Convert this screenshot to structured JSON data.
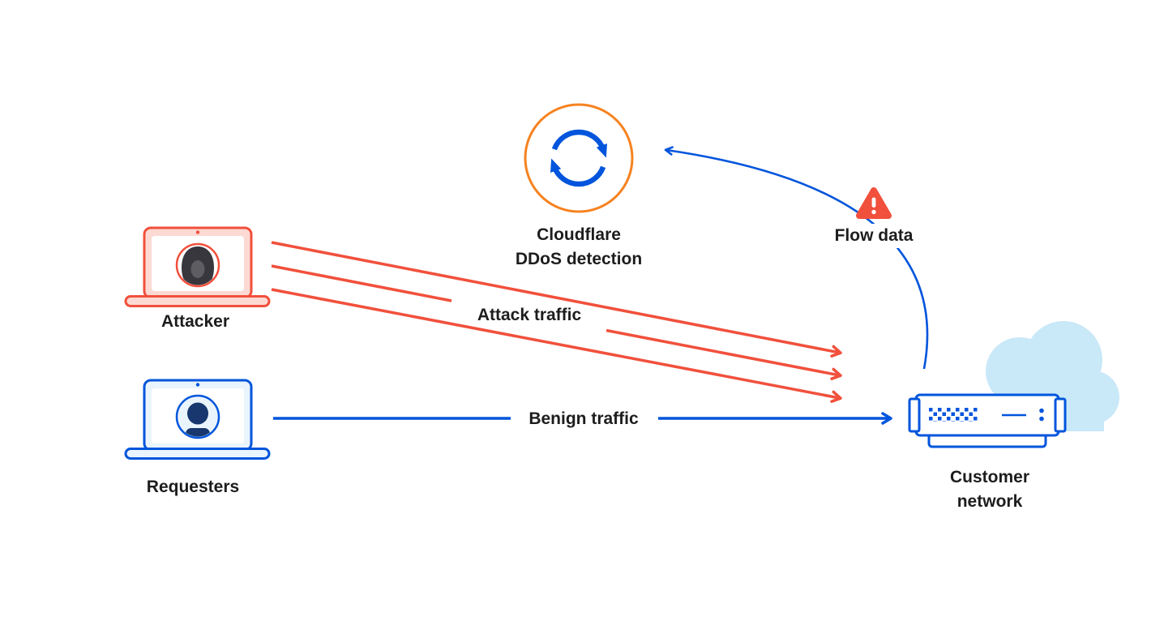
{
  "colors": {
    "red": "#F1503C",
    "light_red": "#FCDAD3",
    "blue": "#0055DC",
    "light_blue": "#EAF4FC",
    "cloud": "#C9E8F8",
    "orange": "#F6821F",
    "dark": "#1D1D1D",
    "hood": "#38373D",
    "hood_face": "#5D5D62",
    "navy": "#17376E"
  },
  "diagram": {
    "nodes": {
      "cloudflare": {
        "label_line1": "Cloudflare",
        "label_line2": "DDoS detection",
        "icon": "sync-cycle-icon"
      },
      "attacker": {
        "label": "Attacker",
        "icon": "attacker-laptop-icon"
      },
      "requesters": {
        "label": "Requesters",
        "icon": "requester-laptop-icon"
      },
      "customer_network": {
        "label_line1": "Customer",
        "label_line2": "network",
        "icon": "server-cloud-icon"
      },
      "flow_data": {
        "label": "Flow data",
        "icon": "warning-triangle-icon"
      }
    },
    "edges": [
      {
        "name": "attack-traffic",
        "label": "Attack traffic",
        "from": "attacker",
        "to": "customer_network",
        "style": "triple-red-arrow"
      },
      {
        "name": "benign-traffic",
        "label": "Benign traffic",
        "from": "requesters",
        "to": "customer_network",
        "style": "blue-arrow"
      },
      {
        "name": "flow-data-feed",
        "from": "customer_network",
        "to": "cloudflare",
        "via": "flow_data",
        "style": "curved-blue-arrow"
      }
    ]
  }
}
